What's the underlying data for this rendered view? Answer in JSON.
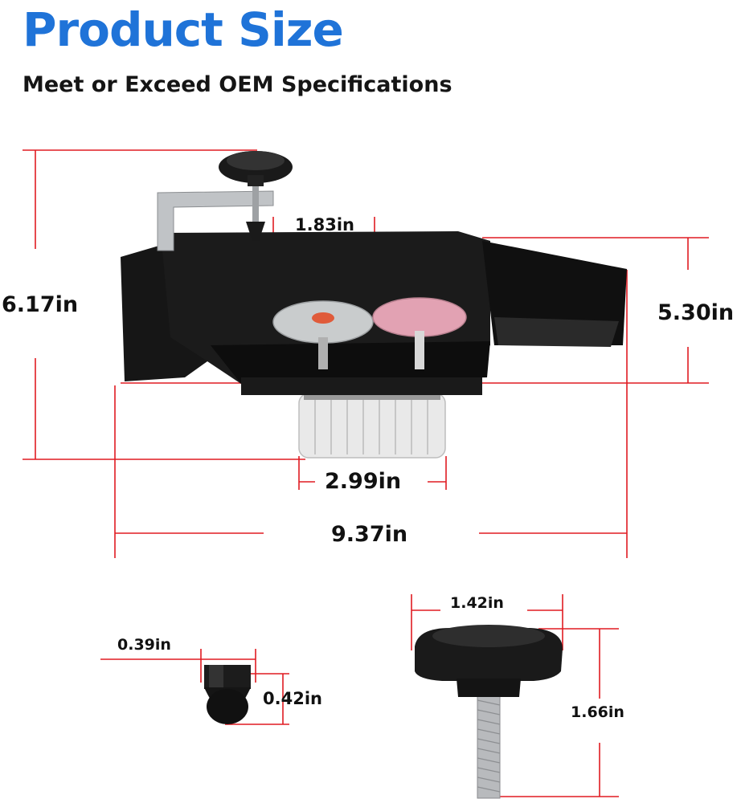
{
  "header": {
    "title": "Product Size",
    "subtitle": "Meet or Exceed OEM Specifications"
  },
  "dimensions": {
    "height_total": "6.17in",
    "wheel_gap": "1.83in",
    "height_right": "5.30in",
    "base_width": "2.99in",
    "total_width": "9.37in",
    "knob_width": "1.42in",
    "knob_height": "1.66in",
    "nut_width": "0.39in",
    "nut_height": "0.42in"
  },
  "colors": {
    "title_blue": "#1f73d8",
    "dimension_red": "#e01b22",
    "body_black": "#141414",
    "wheel_grey": "#c8cbcc",
    "wheel_pink": "#e2a2b3",
    "base_white": "#eeeeee",
    "bracket_silver": "#bfc2c5"
  },
  "icons": {
    "machine": "sharpener-body-illustration",
    "knob": "star-knob-illustration",
    "nut": "cap-nut-illustration"
  }
}
